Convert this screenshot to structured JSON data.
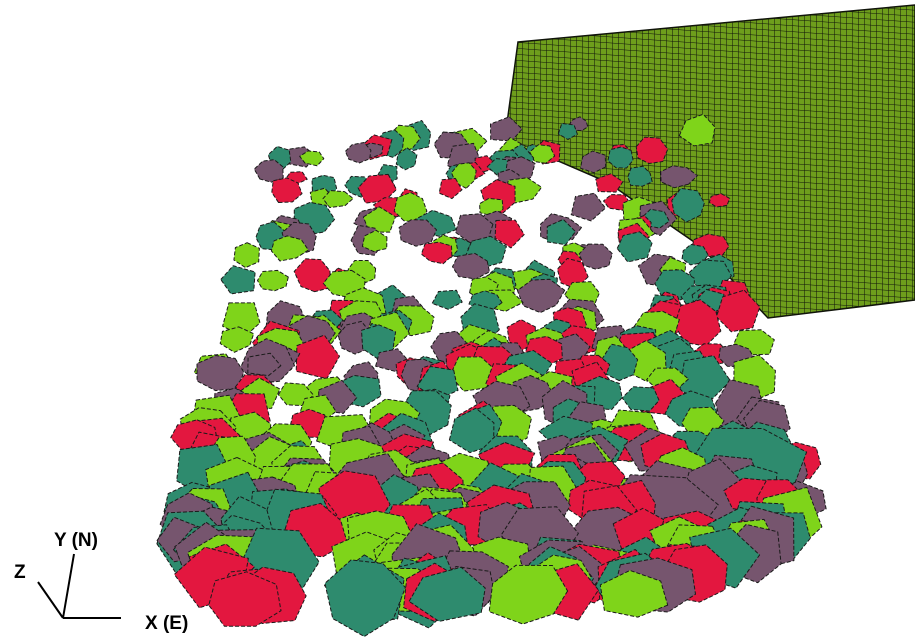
{
  "colors": {
    "teal": "#2e8b6e",
    "mauve": "#76556e",
    "red": "#e3173f",
    "lime": "#7fd41a",
    "mesh_fill": "#6e9e1c",
    "mesh_line": "#10140a"
  },
  "axes": {
    "y_label": "Y (N)",
    "z_label": "Z",
    "x_label": "X (E)"
  }
}
